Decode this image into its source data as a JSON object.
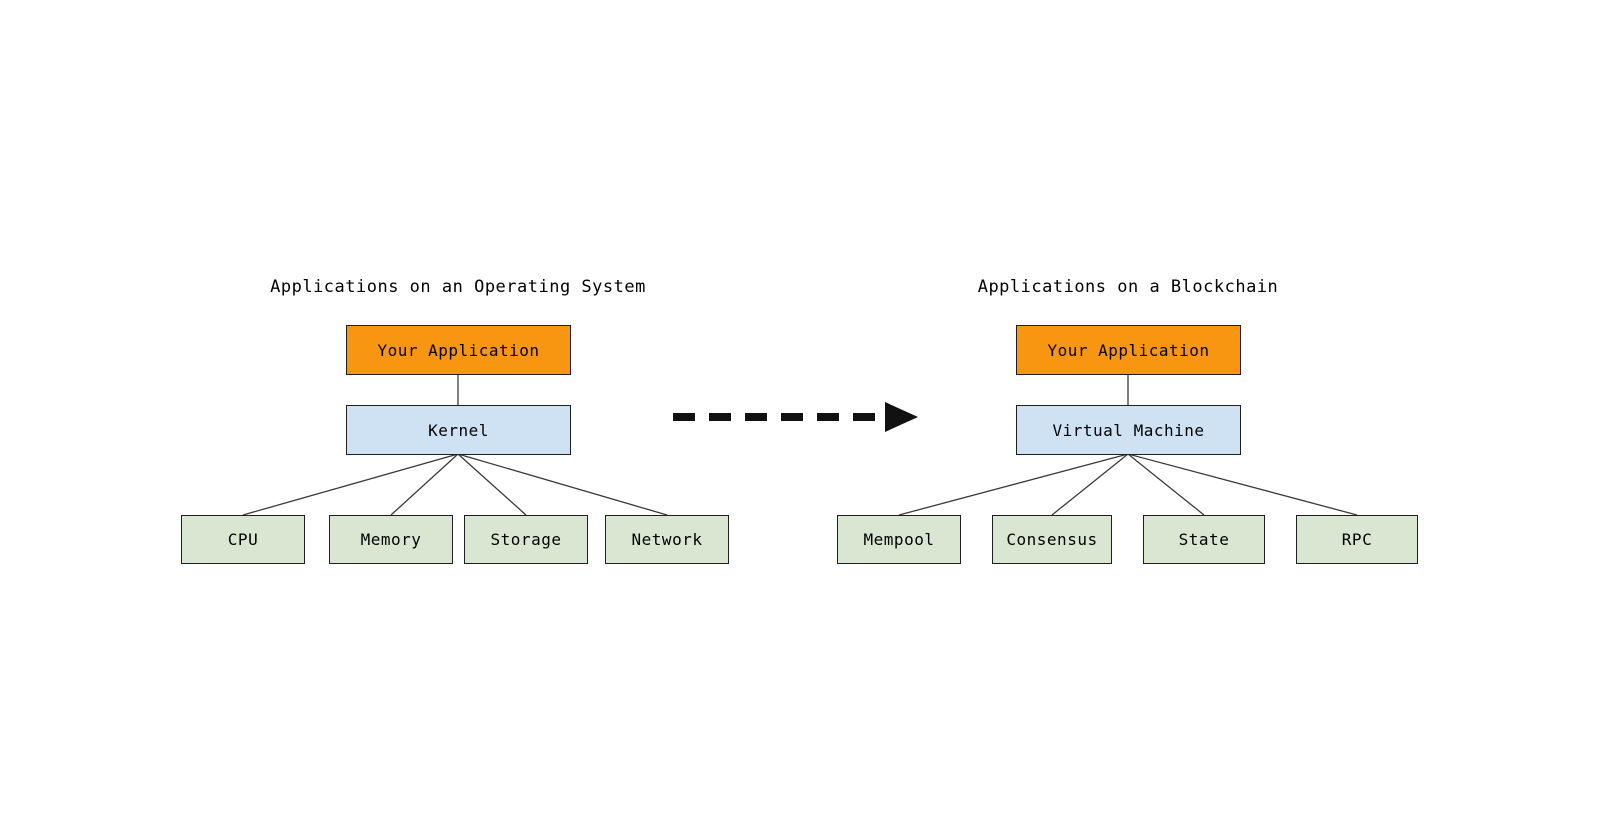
{
  "left_diagram": {
    "title": "Applications on an Operating System",
    "root": {
      "label": "Your Application"
    },
    "middle": {
      "label": "Kernel"
    },
    "children": [
      {
        "label": "CPU"
      },
      {
        "label": "Memory"
      },
      {
        "label": "Storage"
      },
      {
        "label": "Network"
      }
    ]
  },
  "right_diagram": {
    "title": "Applications on a Blockchain",
    "root": {
      "label": "Your Application"
    },
    "middle": {
      "label": "Virtual Machine"
    },
    "children": [
      {
        "label": "Mempool"
      },
      {
        "label": "Consensus"
      },
      {
        "label": "State"
      },
      {
        "label": "RPC"
      }
    ]
  },
  "colors": {
    "root_fill": "#F89611",
    "middle_fill": "#CFE2F3",
    "child_fill": "#D9E7D2",
    "node_border": "#1F1F1F",
    "connector": "#3A3A3A",
    "arrow": "#111111",
    "page_bg": "#FFFFFF",
    "text": "#000000"
  }
}
